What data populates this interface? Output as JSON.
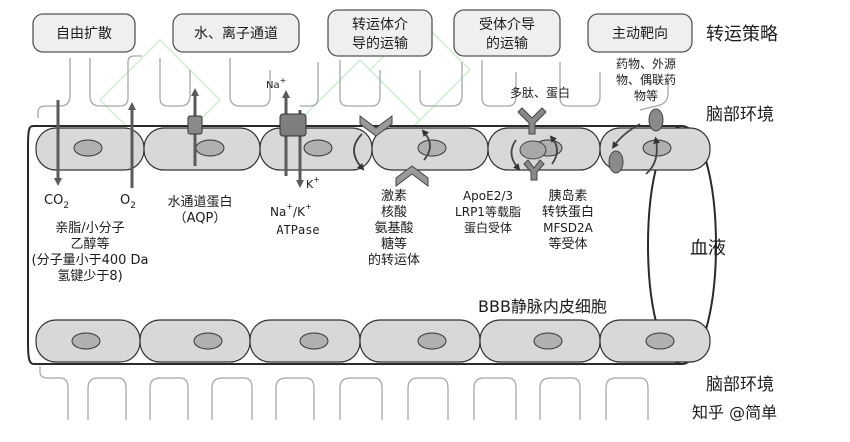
{
  "strategy_label": "转运策略",
  "mechanisms": [
    {
      "lines": [
        "自由扩散"
      ]
    },
    {
      "lines": [
        "水、离子通道"
      ]
    },
    {
      "lines": [
        "转运体介",
        "导的运输"
      ]
    },
    {
      "lines": [
        "受体介导",
        "的运输"
      ]
    },
    {
      "lines": [
        "主动靶向"
      ]
    }
  ],
  "brain_env_top": "脑部环境",
  "brain_env_bottom": "脑部环境",
  "blood": "血液",
  "endothelium": "BBB静脉内皮细胞",
  "watermark": "知乎 @简单",
  "diffusion": {
    "co2_main": "CO",
    "co2_sub": "2",
    "o2_main": "O",
    "o2_sub": "2",
    "desc": [
      "亲脂/小分子",
      "乙醇等",
      "(分子量小于400 Da",
      "氢键少于8)"
    ]
  },
  "channels": {
    "aqp": [
      "水通道蛋白",
      "（AQP）"
    ],
    "na_top": "Na",
    "na_top_sup": "+",
    "k_side": "K",
    "k_side_sup": "+",
    "atpase_formula": [
      "Na",
      "+",
      "/K",
      "+"
    ],
    "atpase_label": "ATPase"
  },
  "transporters": [
    "激素",
    "核酸",
    "氨基酸",
    "糖等",
    "的转运体"
  ],
  "receptor_left": [
    "ApoE2/3",
    "LRP1等载脂",
    "蛋白受体"
  ],
  "receptor_right": [
    "胰岛素",
    "转铁蛋白",
    "MFSD2A",
    "等受体"
  ],
  "peptides": "多肽、蛋白",
  "drugs": [
    "药物、外源",
    "物、偶联药",
    "物等"
  ]
}
